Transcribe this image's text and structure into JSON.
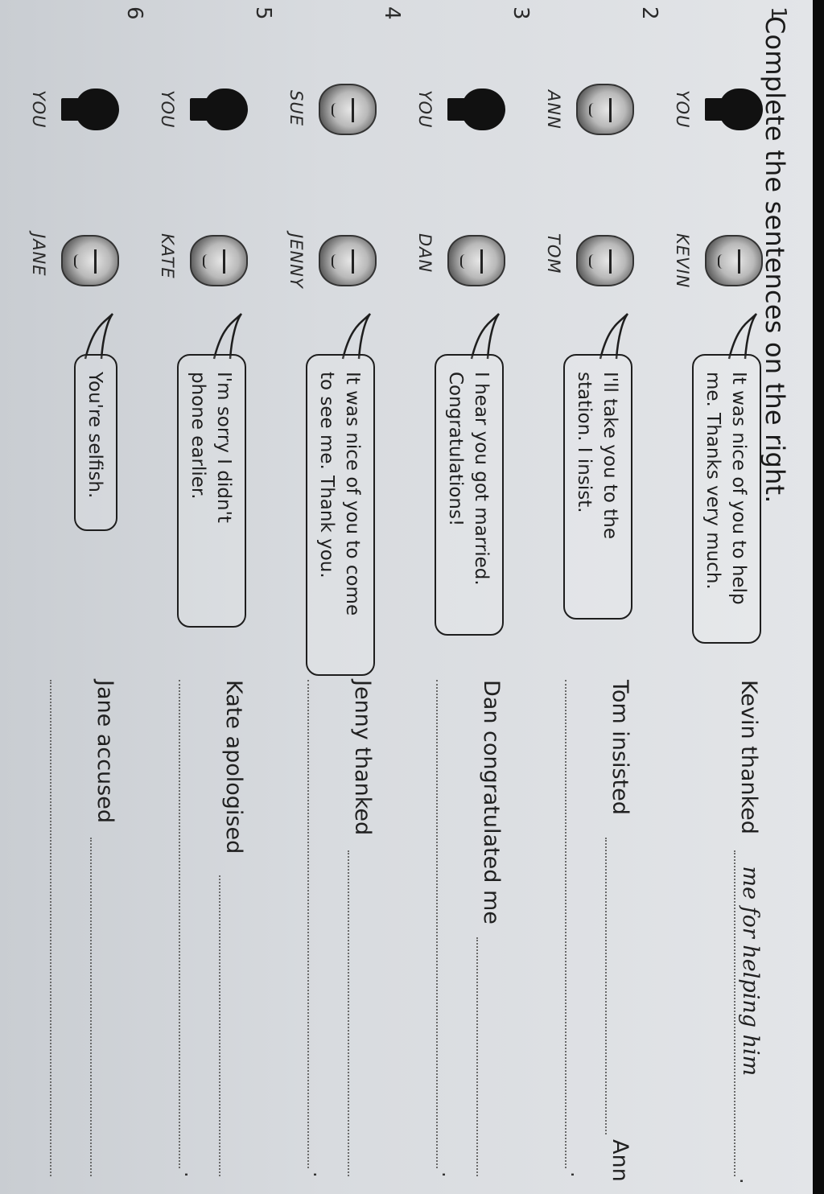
{
  "title": "Complete the sentences on the right.",
  "items": [
    {
      "number": "1",
      "left_name": "YOU",
      "right_name": "KEVIN",
      "speaker_side": "right",
      "bubble_lines": [
        "It was nice of you to help",
        "me.  Thanks very much."
      ],
      "line1_start": "Kevin thanked",
      "line1_answer": "me  for  helping  him",
      "line1_end": ".",
      "line2_start": "",
      "line2_end": ""
    },
    {
      "number": "2",
      "left_name": "ANN",
      "right_name": "TOM",
      "speaker_side": "right",
      "bubble_lines": [
        "I'll take you to the",
        "station.  I insist."
      ],
      "line1_start": "Tom insisted",
      "line1_answer": "",
      "line1_end": "Ann",
      "line2_start": "",
      "line2_end": "."
    },
    {
      "number": "3",
      "left_name": "YOU",
      "right_name": "DAN",
      "speaker_side": "right",
      "bubble_lines": [
        "I hear you got married.",
        "Congratulations!"
      ],
      "line1_start": "Dan congratulated me",
      "line1_answer": "",
      "line1_end": "",
      "line2_start": "",
      "line2_end": "."
    },
    {
      "number": "4",
      "left_name": "SUE",
      "right_name": "JENNY",
      "speaker_side": "right",
      "bubble_lines": [
        "It was nice of you to come",
        "to see me.  Thank you."
      ],
      "line1_start": "Jenny thanked",
      "line1_answer": "",
      "line1_end": "",
      "line2_start": "",
      "line2_end": "."
    },
    {
      "number": "5",
      "left_name": "YOU",
      "right_name": "KATE",
      "speaker_side": "right",
      "bubble_lines": [
        "I'm sorry I didn't",
        "phone earlier."
      ],
      "line1_start": "Kate apologised",
      "line1_answer": "",
      "line1_end": "",
      "line2_start": "",
      "line2_end": "."
    },
    {
      "number": "6",
      "left_name": "YOU",
      "right_name": "JANE",
      "speaker_side": "right",
      "bubble_lines": [
        "You're selfish."
      ],
      "line1_start": "Jane accused",
      "line1_answer": "",
      "line1_end": "",
      "line2_start": "",
      "line2_end": ""
    }
  ]
}
